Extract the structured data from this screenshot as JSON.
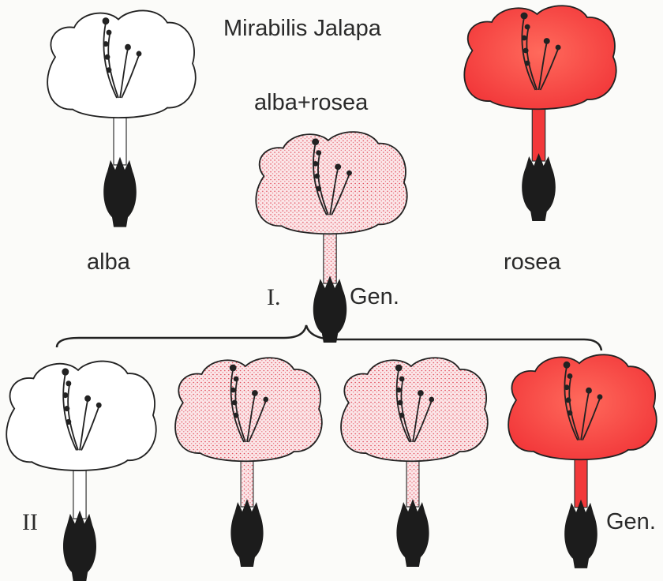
{
  "title": "Mirabilis Jalapa",
  "parents": {
    "left_label": "alba",
    "right_label": "rosea",
    "cross_label": "alba+rosea"
  },
  "generations": {
    "first_numeral": "I.",
    "first_suffix": "Gen.",
    "second_numeral": "II",
    "second_suffix": "Gen."
  },
  "colors": {
    "white_petal": "#ffffff",
    "pink_base": "#fbe6e8",
    "pink_dot": "#e0404f",
    "red_petal": "#f2383a",
    "calyx": "#1c1c1c",
    "ink": "#2a2a2a"
  }
}
